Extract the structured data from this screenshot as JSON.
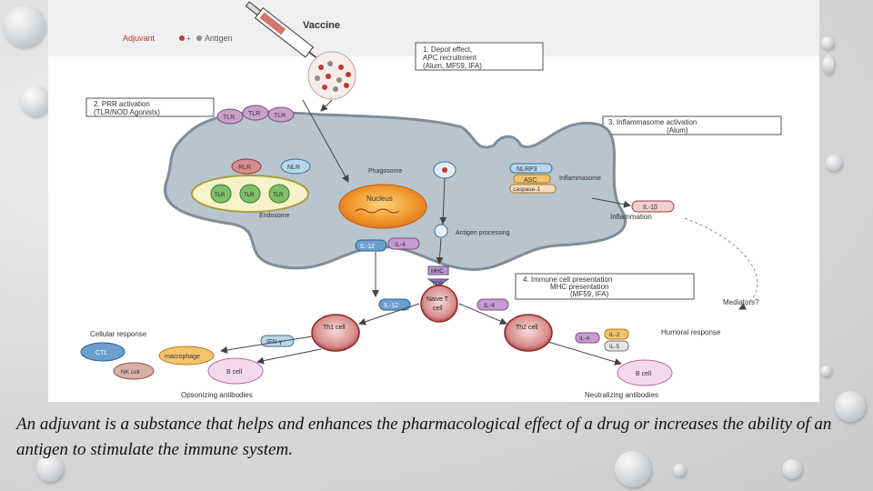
{
  "diagram": {
    "legend": {
      "adjuvant": "Adjuvant",
      "plus": "+",
      "antigen": "Antigen"
    },
    "vaccine": "Vaccine",
    "box1": {
      "line1": "1. Depot effect,",
      "line2": "APC recruitment",
      "line3": "(Alum, MF59, IFA)"
    },
    "box2": {
      "line1": "2. PRR activation",
      "line2": "(TLR/NOD Agonists)"
    },
    "box3": {
      "line1": "3. Inflammasome activation",
      "line2": "(Alum)"
    },
    "box4": {
      "line1": "4. Immune cell presentation",
      "line2": "MHC presentation",
      "line3": "(MF59, IFA)"
    },
    "tlr": "TLR",
    "rlr": "RLR",
    "nlr": "NLR",
    "phagosome": "Phagosome",
    "nucleus": "Nucleus",
    "endosome": "Endosome",
    "nlrp3": "NLRP3",
    "asc": "ASC",
    "caspase": "caspase-1",
    "inflammasome": "Inflammasome",
    "il1b": "IL-1β",
    "inflammation": "Inflammation",
    "antigen_processing": "Antigen processing",
    "il12": "IL-12",
    "il4": "IL-4",
    "mhc": "MHC",
    "tcr": "TCR",
    "naive_t": "Naive T",
    "naive_t2": "cell",
    "mediators": "Mediators?",
    "th1": "Th1 cell",
    "th2": "Th2 cell",
    "cellular_response": "Cellular response",
    "humoral_response": "Humoral response",
    "ctl": "CTL",
    "macrophage": "macrophage",
    "nk": "NK cell",
    "ifn": "IFN-γ",
    "b_cell": "B cell",
    "il2": "IL-2",
    "il5": "IL-5",
    "opsonizing": "Opsonizing antibodies",
    "neutralizing": "Neutralizing antibodies"
  },
  "caption": "An adjuvant is a substance that helps and enhances the pharmacological effect of a drug or increases the ability of an antigen to stimulate the immune system."
}
